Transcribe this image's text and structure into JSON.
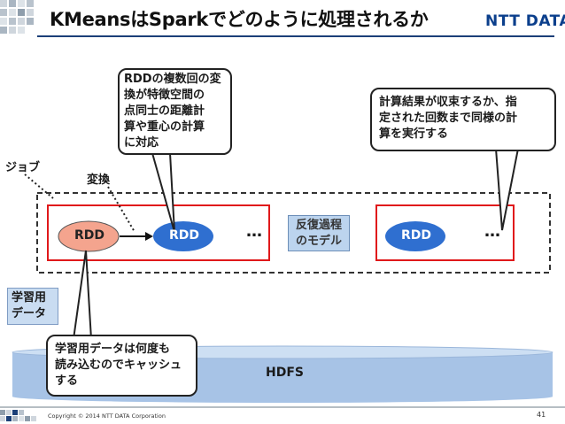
{
  "title": "KMeansはSparkでどのように処理されるか",
  "logo": "NTT DATA",
  "labels": {
    "job": "ジョブ",
    "transform": "変換",
    "hdfs": "HDFS",
    "ellipsis": "…"
  },
  "rdd": [
    "RDD",
    "RDD",
    "RDD"
  ],
  "iteration_model": [
    "反復過程",
    "のモデル"
  ],
  "training_data": [
    "学習用",
    "データ"
  ],
  "callouts": {
    "distance": [
      "RDDの複数回の変",
      "換が特徴空間の",
      "点同士の距離計",
      "算や重心の計算",
      "に対応"
    ],
    "convergence": [
      "計算結果が収束するか、指",
      "定された回数まで同様の計",
      "算を実行する"
    ],
    "cache": [
      "学習用データは何度も",
      "読み込むのでキャッシュ",
      "する"
    ]
  },
  "footer": {
    "copyright": "Copyright © 2014 NTT DATA Corporation",
    "page": "41"
  },
  "colors": {
    "rdd_first": "#f4a48e",
    "rdd_other": "#2f6fd0",
    "job_border": "#e0191b",
    "iteration_fill": "#bcd4ee",
    "hdfs_fill": "#a7c3e6"
  }
}
